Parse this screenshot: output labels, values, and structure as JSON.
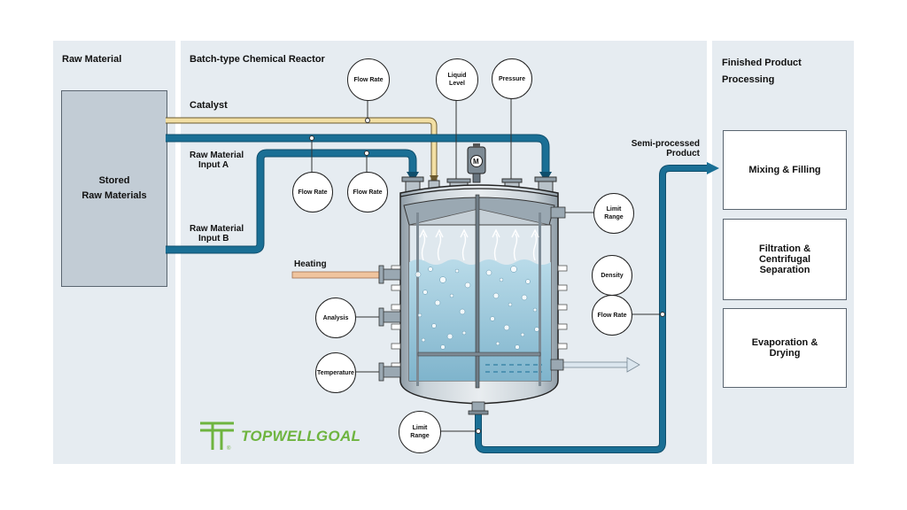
{
  "panels": {
    "raw_material": {
      "title": "Raw Material",
      "stored_line1": "Stored",
      "stored_line2": "Raw Materials"
    },
    "reactor": {
      "title": "Batch-type Chemical Reactor"
    },
    "finished": {
      "title_line1": "Finished Product",
      "title_line2": "Processing"
    }
  },
  "flows": {
    "catalyst": "Catalyst",
    "input_a_line1": "Raw Material",
    "input_a_line2": "Input A",
    "input_b_line1": "Raw Material",
    "input_b_line2": "Input B",
    "heating": "Heating",
    "semi_line1": "Semi-processed",
    "semi_line2": "Product"
  },
  "instruments": {
    "flow_rate_top": "Flow Rate",
    "liquid_level_line1": "Liquid",
    "liquid_level_line2": "Level",
    "pressure": "Pressure",
    "flow_rate_a1": "Flow Rate",
    "flow_rate_a2": "Flow Rate",
    "limit_range_right_line1": "Limit",
    "limit_range_right_line2": "Range",
    "density": "Density",
    "flow_rate_right": "Flow Rate",
    "analysis": "Analysis",
    "temperature": "Temperature",
    "limit_range_bottom_line1": "Limit",
    "limit_range_bottom_line2": "Range",
    "motor": "M"
  },
  "processes": {
    "mixing": "Mixing & Filling",
    "filtration": "Filtration & Centrifugal Separation",
    "evaporation": "Evaporation & Drying"
  },
  "logo": {
    "text": "TOPWELLGOAL",
    "mark": "®"
  },
  "colors": {
    "panel": "#e6ecf1",
    "pipe_blue": "#1a6f95",
    "catalyst_yellow": "#f2dfa4",
    "heating_orange": "#f0c49e",
    "liquid": "#a9cfe0",
    "brand_green": "#6eb43f"
  }
}
